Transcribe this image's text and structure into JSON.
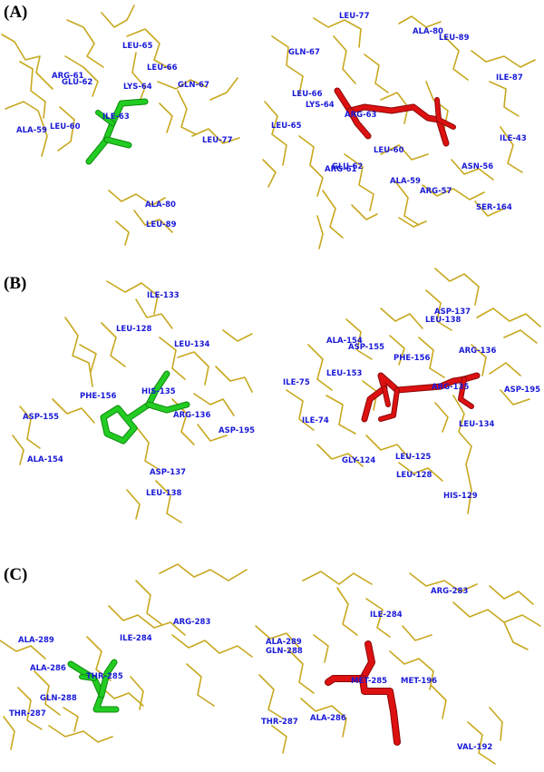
{
  "colors": {
    "residue_stick": "#c8a81e",
    "residue_label": "#1a1ad8",
    "ligand_green": "#22cc22",
    "ligand_green_dark": "#0f8a0f",
    "ligand_red": "#dd1111",
    "ligand_red_dark": "#8a0808",
    "panel_label": "#000000"
  },
  "panels": [
    {
      "label": "(A)",
      "left": {
        "ligand_color": "green",
        "residues": [
          "LEU-65",
          "ARG-61",
          "GLU-62",
          "LEU-66",
          "LYS-64",
          "GLN-67",
          "ILE-63",
          "ALA-59",
          "LEU-60",
          "LEU-77",
          "ALA-80",
          "LEU-89"
        ]
      },
      "right": {
        "ligand_color": "red",
        "residues": [
          "LEU-77",
          "ALA-80",
          "LEU-89",
          "GLN-67",
          "ILE-87",
          "LEU-66",
          "LYS-64",
          "ARG-63",
          "LEU-65",
          "ILE-43",
          "LEU-60",
          "GLU-62",
          "ARG-61",
          "ASN-56",
          "ALA-59",
          "ARG-57",
          "SER-164"
        ]
      }
    },
    {
      "label": "(B)",
      "left": {
        "ligand_color": "green",
        "residues": [
          "ILE-133",
          "LEU-128",
          "LEU-134",
          "PHE-156",
          "HIS-135",
          "ASP-155",
          "ARG-136",
          "ASP-195",
          "ALA-154",
          "ASP-137",
          "LEU-138"
        ]
      },
      "right": {
        "ligand_color": "red",
        "residues": [
          "ASP-137",
          "LEU-138",
          "ALA-154",
          "ASP-155",
          "ARG-136",
          "PHE-156",
          "LEU-153",
          "ILE-75",
          "ARG-135",
          "ASP-195",
          "ILE-74",
          "LEU-134",
          "LEU-125",
          "GLY-124",
          "LEU-128",
          "HIS-129"
        ]
      }
    },
    {
      "label": "(C)",
      "left": {
        "ligand_color": "green",
        "residues": [
          "ARG-283",
          "ALA-289",
          "ILE-284",
          "ALA-286",
          "THR-285",
          "GLN-288",
          "THR-287"
        ]
      },
      "right": {
        "ligand_color": "red",
        "residues": [
          "ARG-283",
          "ILE-284",
          "ALA-289",
          "GLN-288",
          "MET-285",
          "MET-196",
          "THR-287",
          "ALA-286",
          "VAL-192"
        ]
      }
    }
  ]
}
